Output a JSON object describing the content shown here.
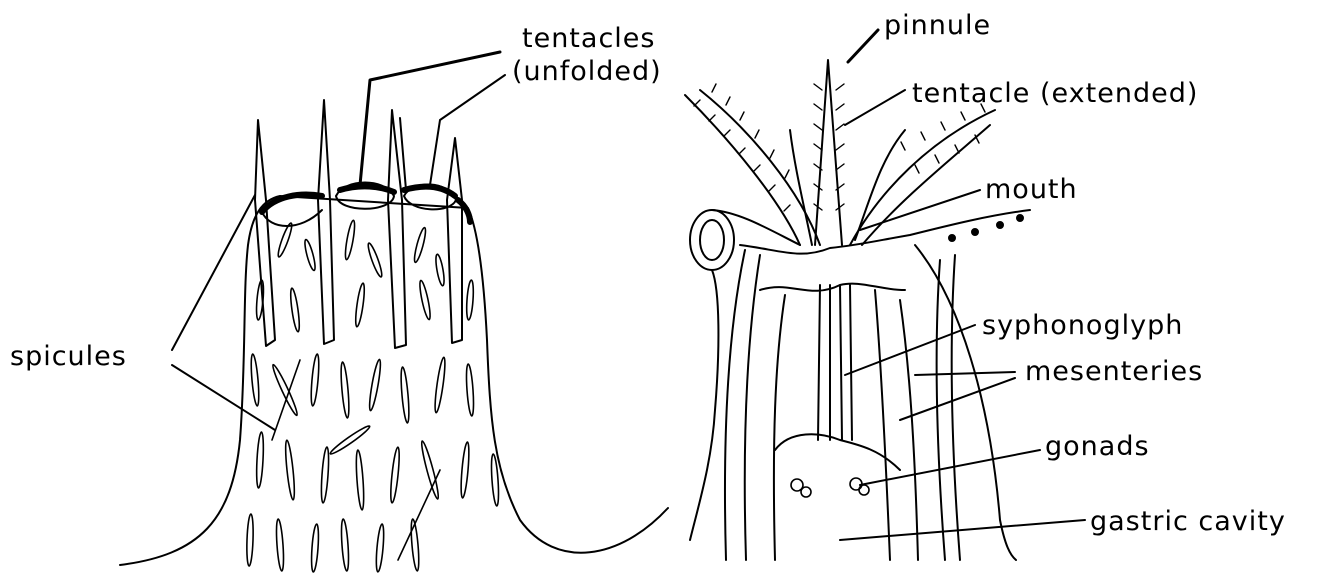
{
  "labels": {
    "tentacles": "tentacles",
    "unfolded": "(unfolded)",
    "spicules": "spicules",
    "pinnule": "pinnule",
    "tentacle_extended": "tentacle (extended)",
    "mouth": "mouth",
    "syphonoglyph": "syphonoglyph",
    "mesenteries": "mesenteries",
    "gonads": "gonads",
    "gastric_cavity": "gastric cavity"
  },
  "colors": {
    "ink": "#000000",
    "paper": "#ffffff"
  }
}
